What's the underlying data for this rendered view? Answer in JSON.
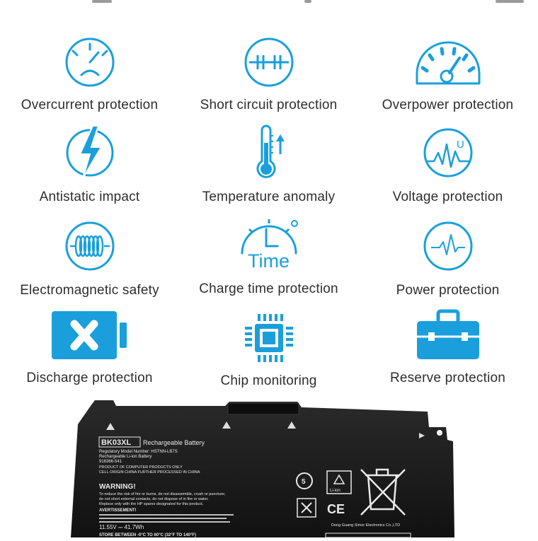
{
  "protections": [
    {
      "label": "Overcurrent protection",
      "icon": "gauge-face-icon"
    },
    {
      "label": "Short circuit protection",
      "icon": "circuit-icon"
    },
    {
      "label": "Overpower protection",
      "icon": "speedometer-icon"
    },
    {
      "label": "Antistatic impact",
      "icon": "lightning-icon"
    },
    {
      "label": "Temperature anomaly",
      "icon": "thermometer-icon"
    },
    {
      "label": "Voltage protection",
      "icon": "voltage-wave-icon"
    },
    {
      "label": "Electromagnetic safety",
      "icon": "coil-icon"
    },
    {
      "label": "Charge time protection",
      "icon": "clock-icon"
    },
    {
      "label": "Power protection",
      "icon": "pulse-icon"
    },
    {
      "label": "Discharge protection",
      "icon": "battery-x-icon"
    },
    {
      "label": "Chip monitoring",
      "icon": "chip-icon"
    },
    {
      "label": "Reserve protection",
      "icon": "toolbox-icon"
    }
  ],
  "clock_icon_text": "Time",
  "voltage_icon_text": "U",
  "battery": {
    "model": "BK03XL",
    "type": "Rechargeable Battery",
    "reg_model": "Regulatory Model Number: HSTNN-LB7S",
    "chem_line": "Rechargeable Li-ion Battery",
    "part_no": "916366-541",
    "origin_1": "PRODUCT OF COMPUTER PRODUCTS ONLY",
    "origin_2": "CELL ORIGIN CHINA FURTHER PROCESSED IN CHINA",
    "warning": "WARNING!",
    "warn_1": "To reduce the risk of fire or burns, do not disassemble, crush or puncture;",
    "warn_2": "do not short external contacts; do not dispose of in fire or water.",
    "warn_3": "Replace only with the HP spares designated for this product.",
    "avert": "AVERTISSEMENT!",
    "rating": "11.55V ⎓ 41.7Wh",
    "store": "STORE BETWEEN -0°C TO 60°C (32°F TO 140°F)",
    "recycle": "Li-ion",
    "ce": "CE",
    "maker": "Dong Guang Simor Electronics Co.,LTD"
  },
  "colors": {
    "accent": "#1a9fdc",
    "battery_body": "#1c1c1c"
  }
}
